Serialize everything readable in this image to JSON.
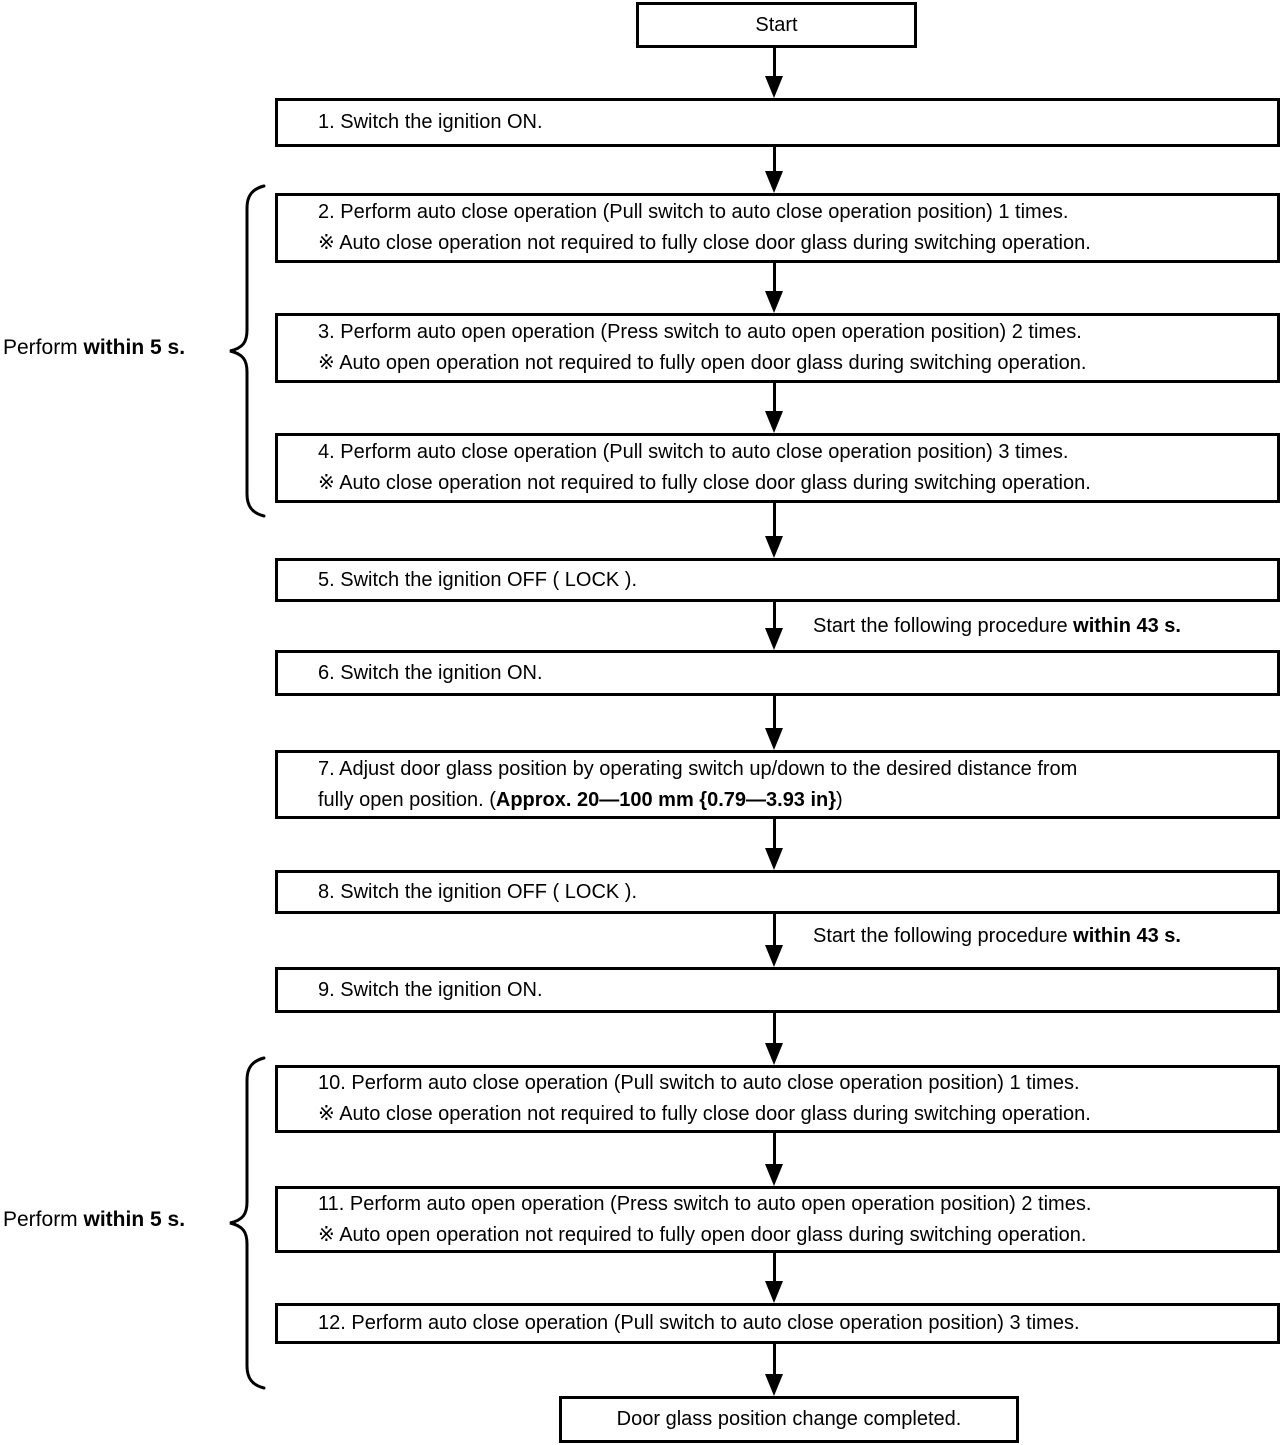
{
  "flowchart": {
    "start_label": "Start",
    "steps": [
      {
        "text": "1. Switch the ignition ON."
      },
      {
        "text": "2. Perform auto close operation (Pull switch to auto close operation position) 1 times.",
        "note": "※ Auto close operation not required to fully close door glass during switching operation."
      },
      {
        "text": "3. Perform auto open operation (Press switch to auto open operation position) 2 times.",
        "note": "※ Auto open operation not required to fully open door glass during switching operation."
      },
      {
        "text": "4. Perform auto close operation (Pull switch to auto close operation position) 3 times.",
        "note": "※ Auto close operation not required to fully close door glass during switching operation."
      },
      {
        "text": "5. Switch the ignition OFF ( LOCK )."
      },
      {
        "text": "6. Switch the ignition ON."
      },
      {
        "text": "7. Adjust door glass position by operating switch up/down to the desired distance from",
        "line2_prefix": "fully open position. (",
        "line2_bold": "Approx. 20—100 mm {0.79—3.93 in}",
        "line2_suffix": ")"
      },
      {
        "text": "8. Switch the ignition OFF ( LOCK )."
      },
      {
        "text": "9. Switch the ignition ON."
      },
      {
        "text": "10. Perform auto close operation (Pull switch to auto close operation position) 1 times.",
        "note": "※ Auto close operation not required to fully close door glass during switching operation."
      },
      {
        "text": "11. Perform auto open operation (Press switch to auto open operation position) 2 times.",
        "note": "※ Auto open operation not required to fully open door glass during switching operation."
      },
      {
        "text": "12. Perform auto close operation (Pull switch to auto close operation position) 3 times."
      }
    ],
    "timing_notes": [
      {
        "prefix": "Start the following procedure ",
        "bold": "within 43 s."
      },
      {
        "prefix": "Start the following procedure ",
        "bold": "within 43 s."
      }
    ],
    "side_labels": [
      {
        "prefix": "Perform ",
        "bold": "within 5 s."
      },
      {
        "prefix": "Perform ",
        "bold": "within 5 s."
      }
    ],
    "end_label": "Door glass position change completed."
  },
  "colors": {
    "line": "#000000",
    "background": "#ffffff"
  }
}
